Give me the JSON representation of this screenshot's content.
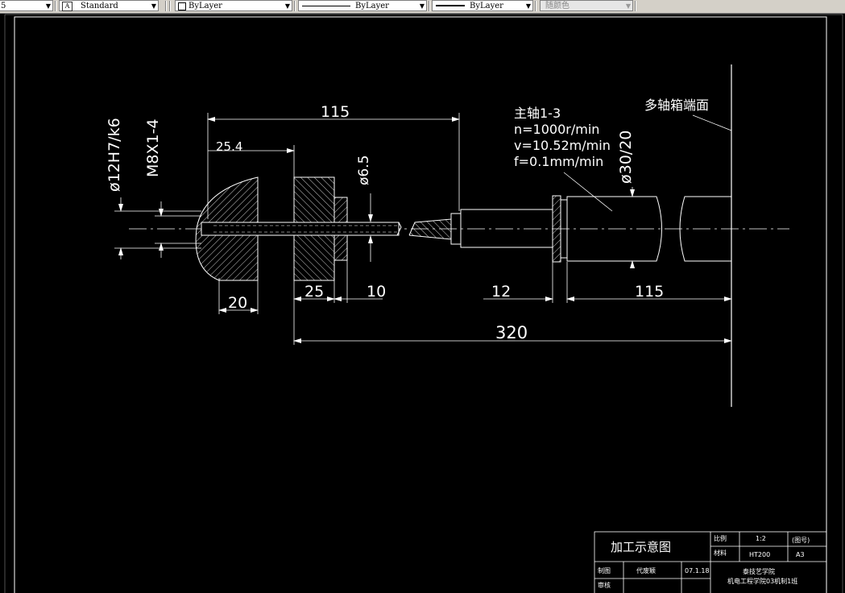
{
  "toolbar": {
    "first_value": "5",
    "text_style": "Standard",
    "layer": "ByLayer",
    "linetype": "ByLayer",
    "lineweight": "ByLayer",
    "plot_style": "随颜色"
  },
  "drawing": {
    "dim_115_top": "115",
    "dim_25_4": "25.4",
    "dim_phi_6_5": "ø6.5",
    "dim_phi_12": "ø12H7/k6",
    "dim_m8": "M8X1-4",
    "dim_phi_30": "ø30/20",
    "dim_20": "20",
    "dim_25": "25",
    "dim_10": "10",
    "dim_12": "12",
    "dim_115_right": "115",
    "dim_320": "320",
    "spindle_note": [
      "主轴1-3",
      "n=1000r/min",
      "v=10.52m/min",
      "f=0.1mm/min"
    ],
    "end_face_label": "多轴箱端面"
  },
  "title_block": {
    "title": "加工示意图",
    "scale_label": "比例",
    "scale_value": "1:2",
    "drawing_no": "(图号)",
    "material_label": "材料",
    "material_value": "HT200",
    "sheet_size": "A3",
    "drafted_label": "制图",
    "drafter": "代废颖",
    "date": "07.1.18",
    "review_label": "审核",
    "school": "泰技艺学院",
    "department": "机电工程学院03机制1班"
  }
}
